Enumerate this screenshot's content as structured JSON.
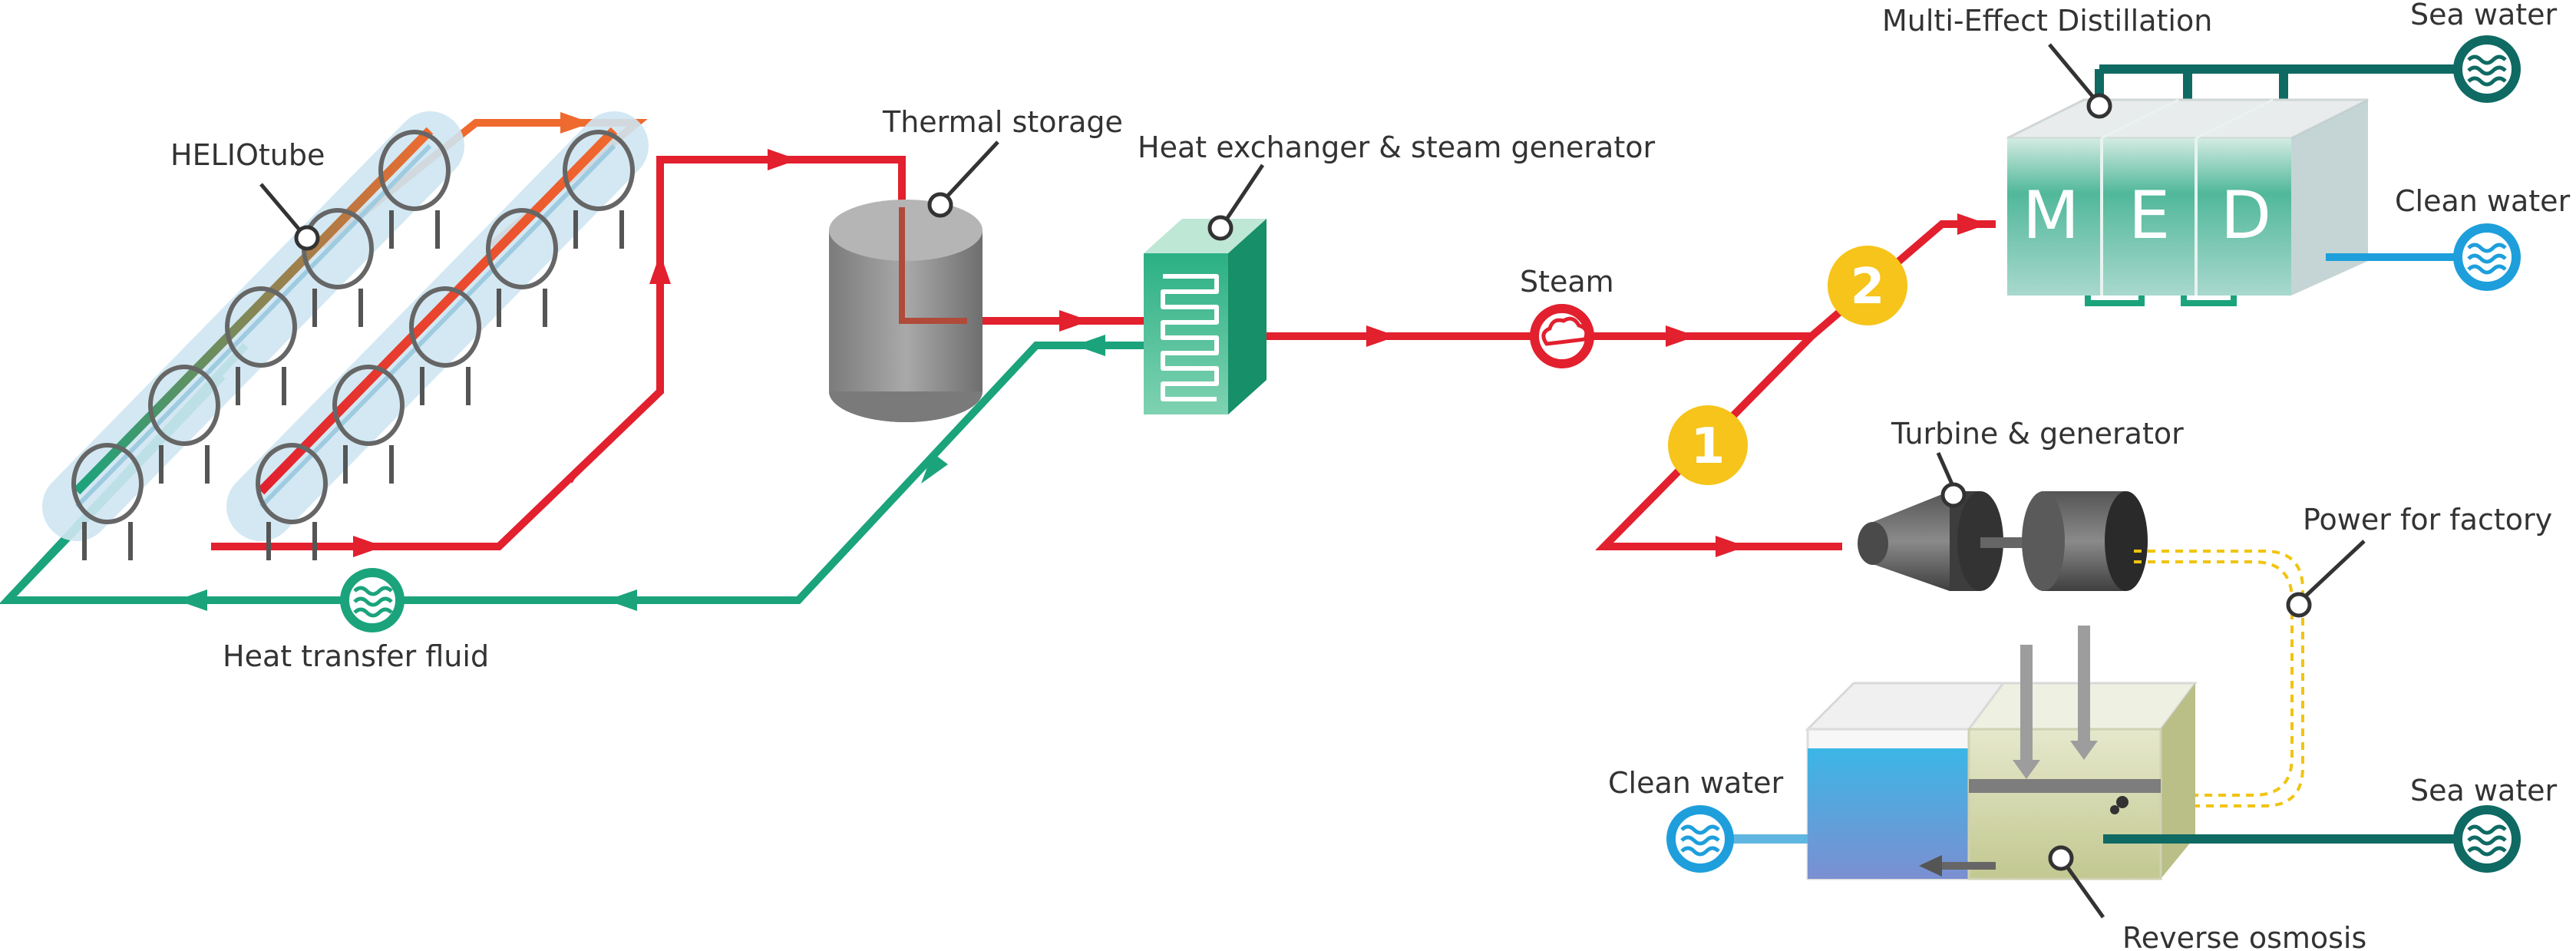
{
  "labels": {
    "heliotube": "HELIOtube",
    "thermal_storage": "Thermal storage",
    "heat_exchanger": "Heat exchanger & steam generator",
    "steam": "Steam",
    "med_title": "Multi-Effect Distillation",
    "sea_water_top": "Sea water",
    "clean_water_top": "Clean water",
    "turbine": "Turbine & generator",
    "power": "Power for factory",
    "clean_water_bottom": "Clean water",
    "sea_water_bottom": "Sea water",
    "reverse_osmosis": "Reverse osmosis",
    "heat_transfer_fluid": "Heat transfer fluid"
  },
  "med_letters": [
    "M",
    "E",
    "D"
  ],
  "markers": [
    "1",
    "2"
  ],
  "colors": {
    "hot_line": "#e2202e",
    "cold_line": "#1ba37c",
    "warm_line": "#ef6a2e",
    "sea_water": "#0f6a63",
    "clean_water": "#1e9fdc",
    "power_line": "#f1c40f",
    "marker": "#f6c41a"
  }
}
